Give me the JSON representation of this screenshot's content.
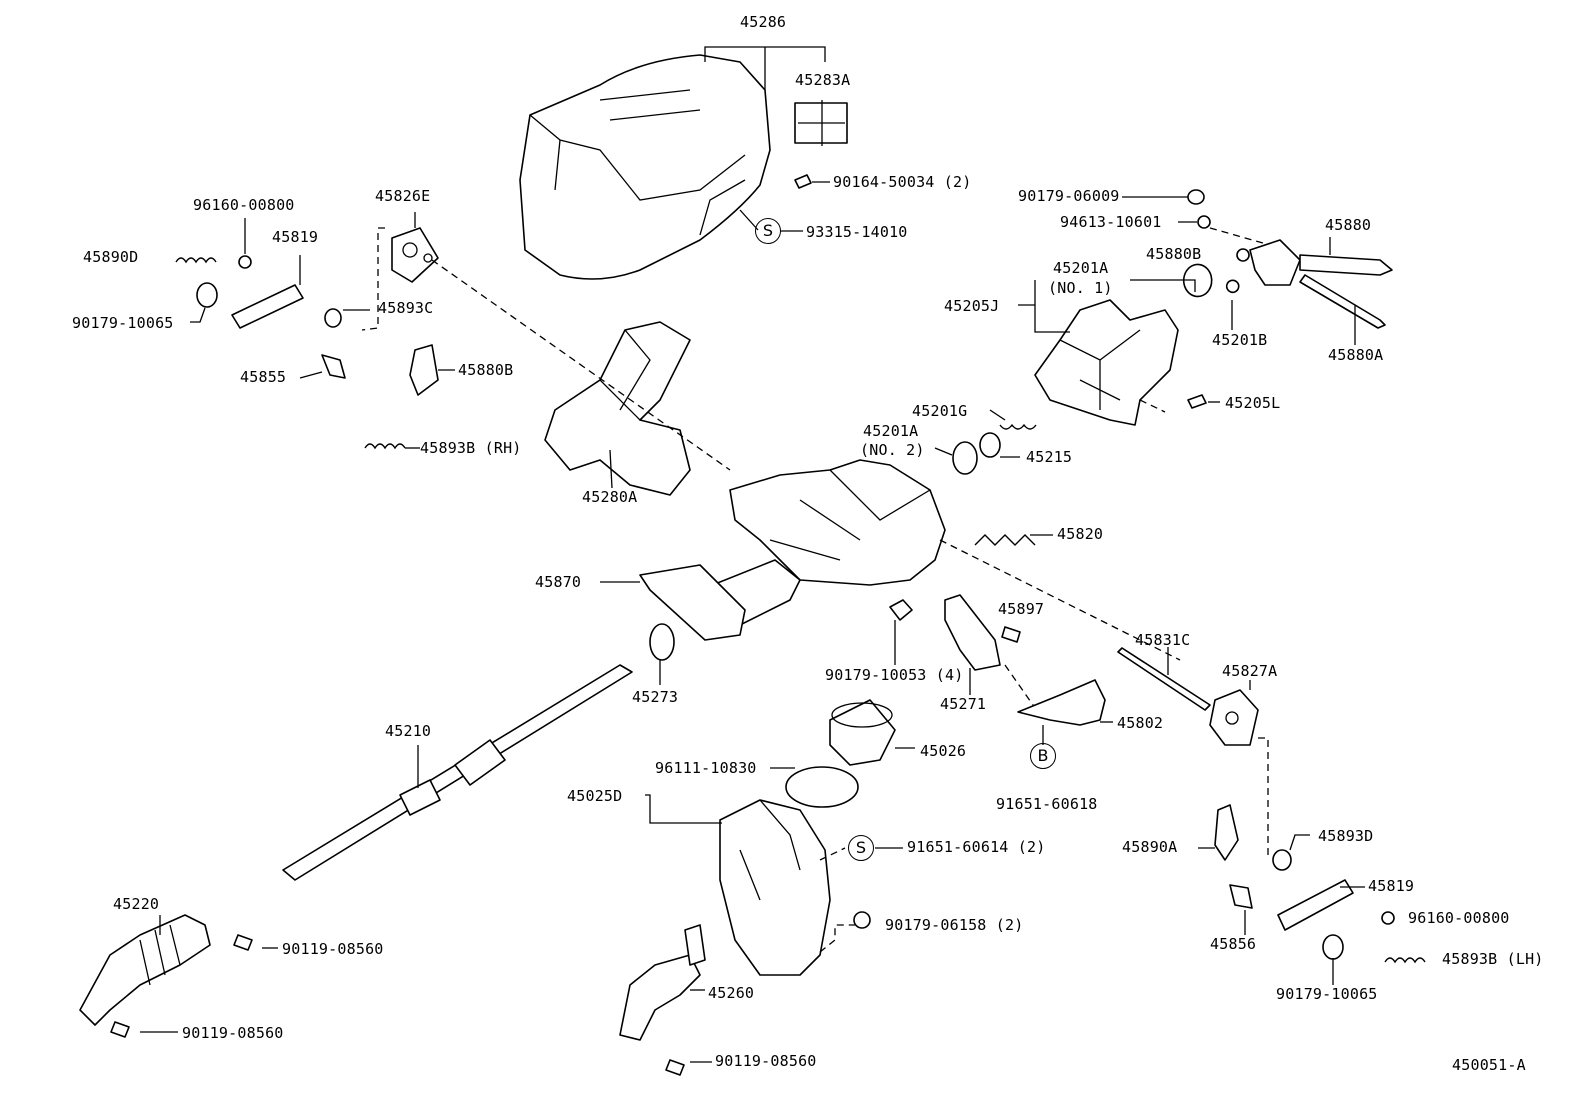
{
  "diagram_code": "450051-A",
  "callouts": {
    "p45286": "45286",
    "p45283A": "45283A",
    "p90164": "90164-50034 (2)",
    "p93315": "93315-14010",
    "s_93315": "S",
    "p96160a": "96160-00800",
    "p45826E": "45826E",
    "p45819a": "45819",
    "p45890D": "45890D",
    "p90179_10065a": "90179-10065",
    "p45893C": "45893C",
    "p45855": "45855",
    "p45880Ba": "45880B",
    "p45893B_RH": "45893B (RH)",
    "p45280A": "45280A",
    "p90179_06009": "90179-06009",
    "p94613": "94613-10601",
    "p45880": "45880",
    "p45880Bb": "45880B",
    "p45201A_1": "45201A",
    "no1": "(NO. 1)",
    "p45205J": "45205J",
    "p45201B": "45201B",
    "p45880A": "45880A",
    "p45205L": "45205L",
    "p45201G": "45201G",
    "p45201A_2": "45201A",
    "no2": "(NO. 2)",
    "p45215": "45215",
    "p45820": "45820",
    "p45870": "45870",
    "p45897": "45897",
    "p90179_10053": "90179-10053 (4)",
    "p45273": "45273",
    "p45271": "45271",
    "p45831C": "45831C",
    "p45827A": "45827A",
    "p45802": "45802",
    "p45210": "45210",
    "p96111": "96111-10830",
    "p45026": "45026",
    "p45025D": "45025D",
    "b_91651": "B",
    "p91651_60618": "91651-60618",
    "s_91651": "S",
    "p91651_60614": "91651-60614 (2)",
    "p45890A": "45890A",
    "p45893D": "45893D",
    "p45819b": "45819",
    "p96160b": "96160-00800",
    "p45856": "45856",
    "p45893B_LH": "45893B (LH)",
    "p90179_10065b": "90179-10065",
    "p45220": "45220",
    "p90119a": "90119-08560",
    "p90119b": "90119-08560",
    "p90179_06158": "90179-06158 (2)",
    "p45260": "45260",
    "p90119c": "90119-08560"
  }
}
